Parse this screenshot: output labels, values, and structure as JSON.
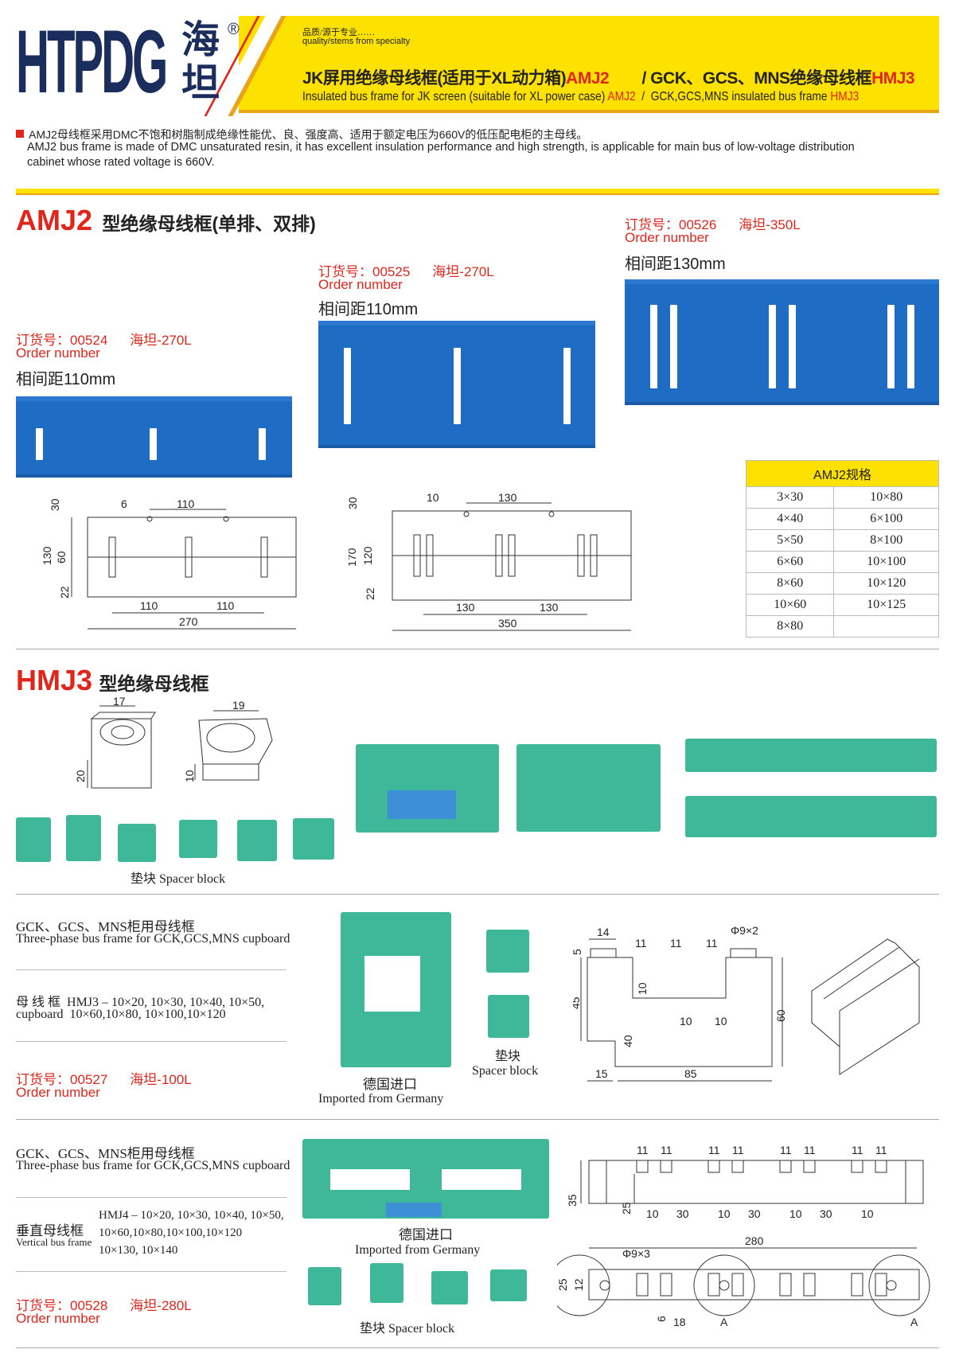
{
  "header": {
    "logo_latin": "HTPDG",
    "logo_cn": "海坦",
    "registered": "®",
    "slogan_cn": "品质/源于专业……",
    "slogan_en": "quality/stems from specialty",
    "title_cn_a": "JK屏用绝缘母线框(适用于XL动力箱)",
    "title_cn_a_code": "AMJ2",
    "title_cn_b": "/ GCK、GCS、MNS绝缘母线框",
    "title_cn_b_code": "HMJ3",
    "title_en_a": "Insulated bus frame for JK screen (suitable for XL power case)",
    "title_en_a_code": "AMJ2",
    "title_en_sep": "/",
    "title_en_b": "GCK,GCS,MNS insulated bus frame",
    "title_en_b_code": "HMJ3"
  },
  "intro": {
    "cn": "AMJ2母线框采用DMC不饱和树脂制成绝缘性能优、良、强度高、适用于额定电压为660V的低压配电柜的主母线。",
    "en1": "AMJ2 bus frame is made of DMC unsaturated resin, it has excellent insulation performance and high strength, is applicable for main bus of low-voltage distribution",
    "en2": "cabinet whose rated voltage is 660V."
  },
  "amj2": {
    "code": "AMJ2",
    "title": "型绝缘母线框(单排、双排)",
    "products": [
      {
        "order": "订货号：00524",
        "model": "海坦-270L",
        "order_en": "Order number",
        "spacing": "相间距110mm"
      },
      {
        "order": "订货号：00525",
        "model": "海坦-270L",
        "order_en": "Order number",
        "spacing": "相间距110mm"
      },
      {
        "order": "订货号：00526",
        "model": "海坦-350L",
        "order_en": "Order number",
        "spacing": "相间距130mm"
      }
    ],
    "spec_title": "AMJ2规格",
    "spec_rows": [
      [
        "3×30",
        "10×80"
      ],
      [
        "4×40",
        "6×100"
      ],
      [
        "5×50",
        "8×100"
      ],
      [
        "6×60",
        "10×100"
      ],
      [
        "8×60",
        "10×120"
      ],
      [
        "10×60",
        "10×125"
      ],
      [
        "8×80",
        ""
      ]
    ],
    "drawing1": {
      "d6": "6",
      "d110": "110",
      "h30": "30",
      "h130": "130",
      "h60": "60",
      "h22": "22",
      "b110a": "110",
      "b110b": "110",
      "total": "270"
    },
    "drawing2": {
      "d10": "10",
      "d130": "130",
      "h30": "30",
      "h170": "170",
      "h120": "120",
      "h22": "22",
      "b130a": "130",
      "b130b": "130",
      "total": "350"
    }
  },
  "hmj3": {
    "code": "HMJ3",
    "title": "型绝缘母线框",
    "spacer_dim1": "17",
    "spacer_dim2": "20",
    "spacer_dim3": "19",
    "spacer_dim4": "10",
    "spacer_label": "垫块 Spacer block"
  },
  "gck1": {
    "title_cn": "GCK、GCS、MNS柜用母线框",
    "title_en": "Three-phase bus frame for  GCK,GCS,MNS cupboard",
    "spec_label_cn": "母 线 框",
    "spec_label_en": "cupboard",
    "spec_line1": "HMJ3 – 10×20, 10×30, 10×40, 10×50,",
    "spec_line2": "10×60,10×80, 10×100,10×120",
    "order": "订货号：00527",
    "model": "海坦-100L",
    "order_en": "Order number",
    "import_cn": "德国进口",
    "import_en": "Imported from Germany",
    "spacer_cn": "垫块",
    "spacer_en": "Spacer block",
    "dims": {
      "d14": "14",
      "d5": "5",
      "d11a": "11",
      "d11b": "11",
      "d11c": "11",
      "phi": "Φ9×2",
      "d10v": "10",
      "d10a": "10",
      "d10b": "10",
      "d45": "45",
      "d40": "40",
      "d60": "60",
      "d15": "15",
      "d85": "85"
    }
  },
  "gck2": {
    "title_cn": "GCK、GCS、MNS柜用母线框",
    "title_en": "Three-phase bus frame for  GCK,GCS,MNS cupboard",
    "spec_label_cn": "垂直母线框",
    "spec_label_en": "Vertical bus frame",
    "spec_line1": "HMJ4 – 10×20, 10×30, 10×40, 10×50,",
    "spec_line2": "10×60,10×80,10×100,10×120",
    "spec_line3": "10×130, 10×140",
    "order": "订货号：00528",
    "model": "海坦-280L",
    "order_en": "Order number",
    "import_cn": "德国进口",
    "import_en": "Imported from Germany",
    "spacer_label": "垫块 Spacer block",
    "dims": {
      "d11": [
        "11",
        "11",
        "11",
        "11",
        "11",
        "11",
        "11",
        "11"
      ],
      "d35": "35",
      "d25": "25",
      "d10": [
        "10",
        "10",
        "10",
        "10"
      ],
      "d30": [
        "30",
        "30",
        "30"
      ],
      "d280": "280",
      "phi": "Φ9×3",
      "h25": "25",
      "h12": "12",
      "d6": "6",
      "d18": "18",
      "sectionA1": "A",
      "sectionA2": "A"
    }
  },
  "colors": {
    "accent_red": "#e1251b",
    "brand_yellow": "#fde100",
    "navy": "#1b2d5c",
    "product_blue": "#1f6cc4",
    "product_green": "#3fb89a"
  }
}
